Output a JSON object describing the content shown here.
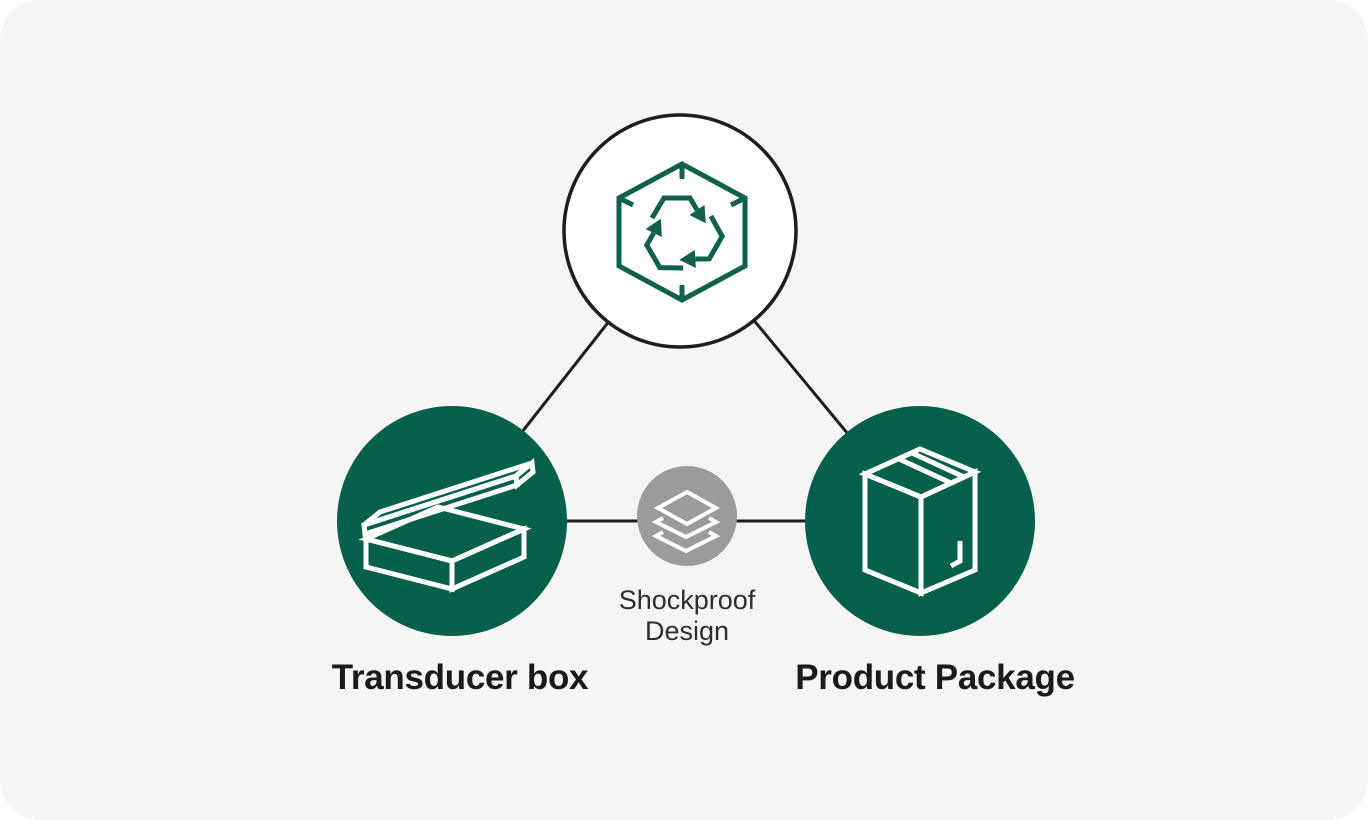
{
  "colors": {
    "page-bg": "#ffffff",
    "card-bg": "#f5f5f5",
    "green": "#07604b",
    "icon-green": "#0f614d",
    "gray": "#9b9b9b",
    "line": "#1d1d1d",
    "white": "#ffffff",
    "label": "#1a1a1a",
    "sublabel": "#2e2e2e"
  },
  "diagram": {
    "recycle_node": {
      "icon": "recycle-package-icon"
    },
    "transducer_node": {
      "icon": "transducer-box-icon",
      "label": "Transducer box"
    },
    "product_node": {
      "icon": "product-package-icon",
      "label": "Product Package"
    },
    "shockproof_node": {
      "icon": "layers-icon",
      "label": "Shockproof\nDesign"
    }
  }
}
